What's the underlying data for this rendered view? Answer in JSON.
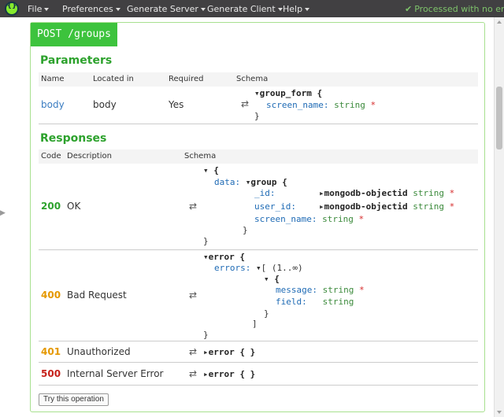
{
  "menubar": {
    "logo_glyph": "{}",
    "items": [
      {
        "label": "File"
      },
      {
        "label": "Preferences"
      },
      {
        "label": "Generate Server"
      },
      {
        "label": "Generate Client"
      },
      {
        "label": "Help"
      }
    ],
    "status": "Processed with no errors"
  },
  "operation": {
    "title": "POST /groups",
    "parameters_heading": "Parameters",
    "param_headers": {
      "name": "Name",
      "located_in": "Located in",
      "required": "Required",
      "schema": "Schema"
    },
    "param": {
      "name": "body",
      "located_in": "body",
      "required": "Yes",
      "schema_root": "group_form {",
      "field_name": "screen_name:",
      "field_type": "string",
      "req_mark": "*",
      "close": "}"
    },
    "responses_heading": "Responses",
    "resp_headers": {
      "code": "Code",
      "description": "Description",
      "schema": "Schema"
    },
    "r200": {
      "code": "200",
      "description": "OK",
      "open": "{",
      "data_key": "data:",
      "group_name": "group {",
      "id_key": "_id:",
      "id_ref": "mongodb-objectid",
      "id_type": "string",
      "user_key": "user_id:",
      "user_ref": "mongodb-objectid",
      "user_type": "string",
      "screen_key": "screen_name:",
      "screen_type": "string",
      "req_mark": "*",
      "inner_close": "}",
      "outer_close": "}"
    },
    "r400": {
      "code": "400",
      "description": "Bad Request",
      "root": "error {",
      "errors_key": "errors:",
      "array_open": "[ (1..∞)",
      "obj_open": "{",
      "message_key": "message:",
      "message_type": "string",
      "field_key": "field:",
      "field_type": "string",
      "req_mark": "*",
      "obj_close": "}",
      "array_close": "]",
      "root_close": "}"
    },
    "r401": {
      "code": "401",
      "description": "Unauthorized",
      "schema": "error { }"
    },
    "r500": {
      "code": "500",
      "description": "Internal Server Error",
      "schema": "error { }"
    },
    "swap_glyph": "⇄",
    "try_label": "Try this operation"
  },
  "colors": {
    "menubar_bg": "#414042",
    "post_green": "#3dc33d",
    "heading_green": "#2da22d",
    "code_400": "#e59800",
    "code_500": "#c6211b",
    "required_red": "#d62b2b"
  }
}
